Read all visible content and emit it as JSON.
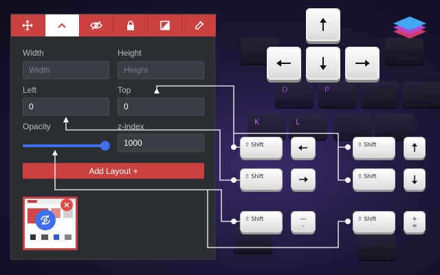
{
  "tabs": [
    {
      "icon": "move-arrows-icon"
    },
    {
      "icon": "chevron-up-icon",
      "active": true
    },
    {
      "icon": "eye-off-icon"
    },
    {
      "icon": "lock-icon"
    },
    {
      "icon": "contrast-icon"
    },
    {
      "icon": "eyedropper-icon"
    }
  ],
  "fields": {
    "width": {
      "label": "Width",
      "placeholder": "Width",
      "value": ""
    },
    "height": {
      "label": "Height",
      "placeholder": "Height",
      "value": ""
    },
    "left": {
      "label": "Left",
      "value": "0"
    },
    "top": {
      "label": "Top",
      "value": "0"
    },
    "opacity": {
      "label": "Opacity",
      "value": 0.95
    },
    "zindex": {
      "label": "z-index",
      "value": "1000"
    }
  },
  "add_button": "Add Layout +",
  "background_letters": [
    "O",
    "P",
    "K",
    "L"
  ],
  "shortcuts": {
    "shift": "Shift",
    "minus_top": "—",
    "minus_bottom": "-",
    "plus_top": "+",
    "plus_bottom": "="
  },
  "colors": {
    "accent": "#c94141",
    "blue": "#3d6ff0",
    "panel": "#2b2e33"
  }
}
